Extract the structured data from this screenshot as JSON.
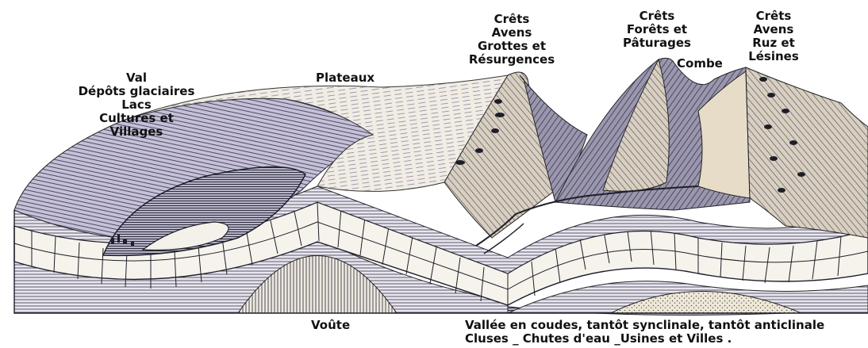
{
  "labels": {
    "val": [
      "Val",
      "Dépôts glaciaires",
      "Lacs",
      "Cultures et",
      "Villages"
    ],
    "plateaux": "Plateaux",
    "crets_grottes": [
      "Crêts",
      "Avens",
      "Grottes et",
      "Résurgences"
    ],
    "crets_forets": [
      "Crêts",
      "Forêts et",
      "Pâturages"
    ],
    "combe": "Combe",
    "crets_ruz": [
      "Crêts",
      "Avens",
      "Ruz et",
      "Lésines"
    ],
    "voute": "Voûte",
    "vallee": [
      "Vallée en coudes, tantôt synclinale, tantôt anticlinale",
      "Cluses _ Chutes d'eau _Usines et Villes ."
    ]
  },
  "colors": {
    "ink": "#2a2a3a",
    "shade": "#5a5a6e",
    "paper": "#f4f1ea",
    "lavender": "#c9c5da",
    "beige": "#e8ddc8"
  }
}
